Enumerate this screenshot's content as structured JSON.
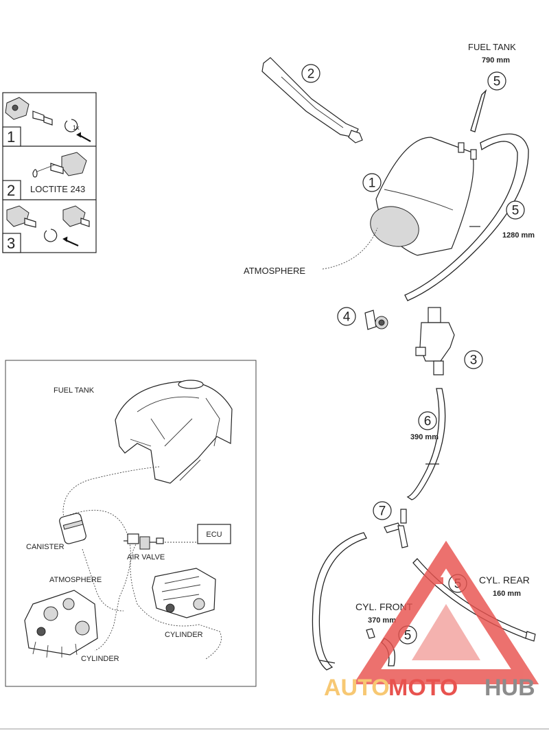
{
  "exploded_view": {
    "fuel_tank_top": {
      "label": "FUEL TANK",
      "length": "790 mm",
      "callout": "5"
    },
    "canister": {
      "callout": "1"
    },
    "tool": {
      "callout": "2"
    },
    "valve": {
      "callout": "3"
    },
    "clip": {
      "callout": "4"
    },
    "hose_1280": {
      "callout": "5",
      "length": "1280 mm"
    },
    "atmosphere_label": "ATMOSPHERE",
    "hose_390": {
      "callout": "6",
      "length": "390 mm"
    },
    "tee": {
      "callout": "7"
    },
    "cyl_rear": {
      "label": "CYL. REAR",
      "length": "160 mm",
      "callout": "5"
    },
    "cyl_front": {
      "label": "CYL. FRONT",
      "length": "370 mm",
      "callout": "5"
    }
  },
  "assembly_steps": [
    {
      "num": "1",
      "note": "1x"
    },
    {
      "num": "2",
      "note": "LOCTITE 243"
    },
    {
      "num": "3",
      "note": ""
    }
  ],
  "schematic": {
    "fuel_tank": "FUEL TANK",
    "canister": "CANISTER",
    "atmosphere": "ATMOSPHERE",
    "air_valve": "AIR VALVE",
    "ecu": "ECU",
    "cylinder_front": "CYLINDER",
    "cylinder_rear": "CYLINDER"
  },
  "watermark": {
    "part1": "AUTO",
    "part2": "MOTO",
    "part3": "HUB"
  },
  "colors": {
    "watermark_yellow": "#f7c873",
    "watermark_red": "#e8534f",
    "watermark_grey": "#8c8c8c"
  }
}
